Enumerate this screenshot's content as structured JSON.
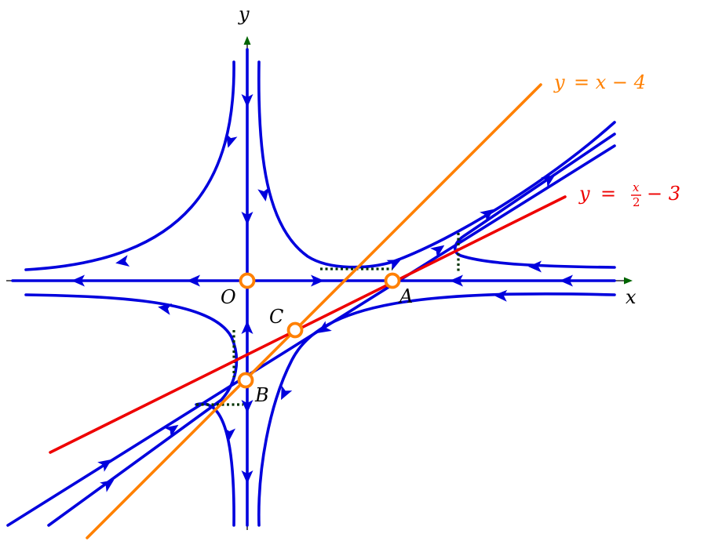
{
  "diagram": {
    "axes": {
      "x_label": "x",
      "y_label": "y"
    },
    "points": [
      {
        "id": "O",
        "label": "O"
      },
      {
        "id": "A",
        "label": "A"
      },
      {
        "id": "B",
        "label": "B"
      },
      {
        "id": "C",
        "label": "C"
      }
    ],
    "lines": [
      {
        "id": "orange",
        "label_y": "y",
        "label_rhs": "= x − 4"
      },
      {
        "id": "red",
        "label_y": "y",
        "label_eq": "=",
        "frac_num": "x",
        "frac_den": "2",
        "label_tail": "− 3"
      }
    ],
    "colors": {
      "flow": "#0000dd",
      "orange_line": "#ff8000",
      "red_line": "#ee0000",
      "axis_arrow": "#006400",
      "guide": "#003300",
      "point_stroke": "#ff8000",
      "point_fill": "#ffffff",
      "text": "#000000"
    }
  }
}
